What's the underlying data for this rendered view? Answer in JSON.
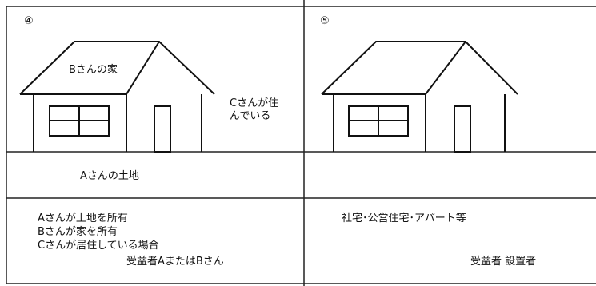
{
  "panels": [
    {
      "number": "④",
      "house_label": "Bさんの家",
      "side_label_lines": [
        "Cさんが住",
        "んでいる"
      ],
      "land_label": "Aさんの土地",
      "description_lines": [
        "Aさんが土地を所有",
        "Bさんが家を所有",
        "Cさんが居住している場合"
      ],
      "result": "受益者AまたはBさん"
    },
    {
      "number": "⑤",
      "description_lines": [
        "社宅･公営住宅･アパート等"
      ],
      "result": "受益者 設置者"
    }
  ]
}
